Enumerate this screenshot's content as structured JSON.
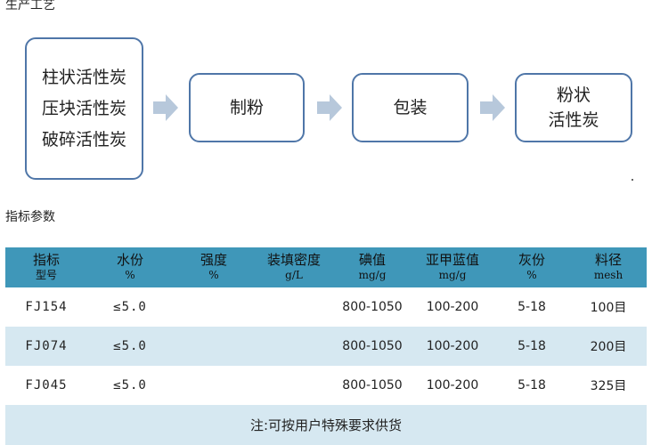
{
  "sections": {
    "process_title": "生产工艺",
    "params_title": "指标参数"
  },
  "process": {
    "input_lines": [
      "柱状活性炭",
      "压块活性炭",
      "破碎活性炭"
    ],
    "step2": "制粉",
    "step3": "包装",
    "output_lines": [
      "粉状",
      "活性炭"
    ],
    "arrow_color": "#b7c8db",
    "border_color": "#4f76a8"
  },
  "table": {
    "header_color": "#3f97b9",
    "stripe_color": "#d6e8f1",
    "headers": [
      {
        "main": "指标",
        "sub": "型号"
      },
      {
        "main": "水份",
        "sub": "%"
      },
      {
        "main": "强度",
        "sub": "%"
      },
      {
        "main": "装填密度",
        "sub": "g/L"
      },
      {
        "main": "碘值",
        "sub": "mg/g"
      },
      {
        "main": "亚甲蓝值",
        "sub": "mg/g"
      },
      {
        "main": "灰份",
        "sub": "%"
      },
      {
        "main": "料径",
        "sub": "mesh"
      }
    ],
    "rows": [
      [
        "FJ154",
        "≤5.0",
        "",
        "",
        "800-1050",
        "100-200",
        "5-18",
        "100目"
      ],
      [
        "FJ074",
        "≤5.0",
        "",
        "",
        "800-1050",
        "100-200",
        "5-18",
        "200目"
      ],
      [
        "FJ045",
        "≤5.0",
        "",
        "",
        "800-1050",
        "100-200",
        "5-18",
        "325目"
      ]
    ],
    "note": "注:可按用户特殊要求供货"
  }
}
